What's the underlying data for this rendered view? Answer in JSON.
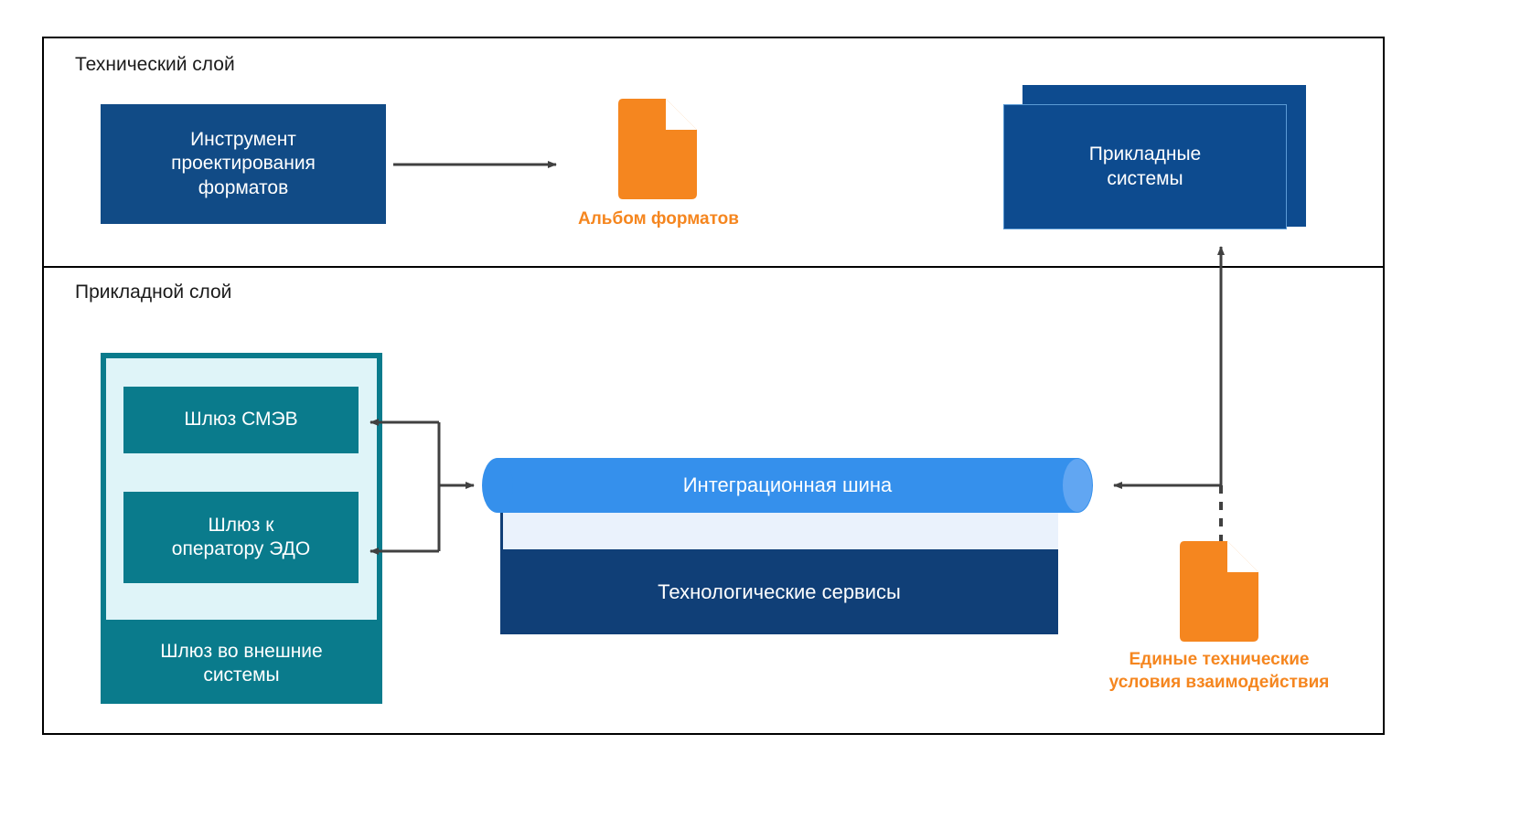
{
  "diagram": {
    "layers": [
      {
        "id": "technical",
        "title": "Технический слой"
      },
      {
        "id": "applied",
        "title": "Прикладной слой"
      }
    ],
    "nodes": {
      "design_tool": {
        "label": "Инструмент\nпроектирования\nформатов",
        "color": "#114b86"
      },
      "formats_album": {
        "label": "Альбом форматов",
        "icon": "document-icon",
        "color": "#f5861f"
      },
      "applied_systems": {
        "label": "Прикладные\nсистемы",
        "color": "#0d4b8f",
        "stacked": "true"
      },
      "gateway_group": {
        "label": "Шлюз во внешние\nсистемы",
        "color": "#0a7b8c"
      },
      "gateway_smev": {
        "label": "Шлюз СМЭВ",
        "color": "#0a7b8c"
      },
      "gateway_edo": {
        "label": "Шлюз к\nоператору ЭДО",
        "color": "#0a7b8c"
      },
      "integration_bus": {
        "label": "Интеграционная шина",
        "color": "#3590ec"
      },
      "tech_services": {
        "label": "Технологические сервисы",
        "color": "#103f77"
      },
      "tech_conditions": {
        "label": "Единые технические\nусловия взаимодействия",
        "icon": "document-icon",
        "color": "#f5861f"
      }
    },
    "colors": {
      "navy": "#114b86",
      "deep_navy": "#103f77",
      "applied_blue": "#0d4b8f",
      "teal": "#0a7b8c",
      "teal_light": "#dff4f8",
      "bus_blue": "#3590ec",
      "bus_cap": "#61a6f2",
      "orange": "#f5861f",
      "band_light": "#eaf2fc",
      "arrow": "#404040",
      "frame": "#000000"
    },
    "connectors": [
      {
        "id": "design-to-album",
        "from": "design_tool",
        "to": "formats_album",
        "style": "solid-arrow"
      },
      {
        "id": "bus-to-smev",
        "from": "integration_bus",
        "to": "gateway_smev",
        "style": "solid-arrow"
      },
      {
        "id": "bus-to-edo",
        "from": "integration_bus",
        "to": "gateway_edo",
        "style": "solid-arrow"
      },
      {
        "id": "gateways-to-bus",
        "from": "gateway_group",
        "to": "integration_bus",
        "style": "solid-arrow"
      },
      {
        "id": "conditions-to-systems",
        "from": "tech_conditions",
        "to": "applied_systems",
        "style": "solid-arrow"
      },
      {
        "id": "conditions-to-bus",
        "from": "tech_conditions",
        "to": "integration_bus",
        "style": "solid-arrow"
      },
      {
        "id": "conditions-dashed-stem",
        "from": "tech_conditions",
        "to": "conditions-to-bus",
        "style": "dashed"
      }
    ]
  }
}
